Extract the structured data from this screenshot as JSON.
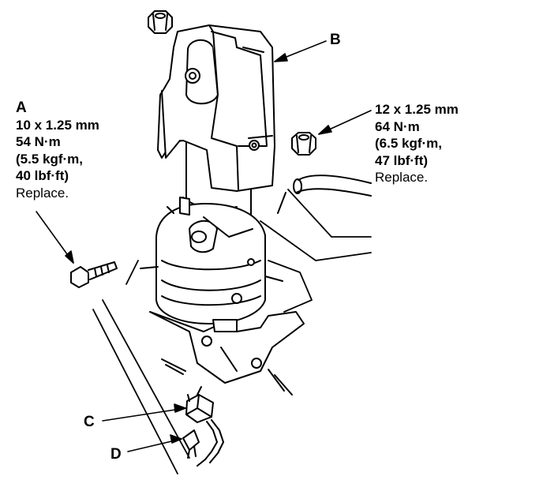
{
  "callouts": {
    "a": {
      "letter": "A",
      "size": "10 x 1.25 mm",
      "torque_nm": "54 N·m",
      "torque_kgf_line1": "(5.5 kgf·m,",
      "torque_lbf_line2": "40 lbf·ft)",
      "note": "Replace."
    },
    "b": {
      "letter": "B"
    },
    "c": {
      "letter": "C"
    },
    "d": {
      "letter": "D"
    },
    "nut_spec": {
      "size": "12 x 1.25 mm",
      "torque_nm": "64 N·m",
      "torque_kgf_line1": "(6.5 kgf·m,",
      "torque_lbf_line2": "47 lbf·ft)",
      "note": "Replace."
    }
  }
}
